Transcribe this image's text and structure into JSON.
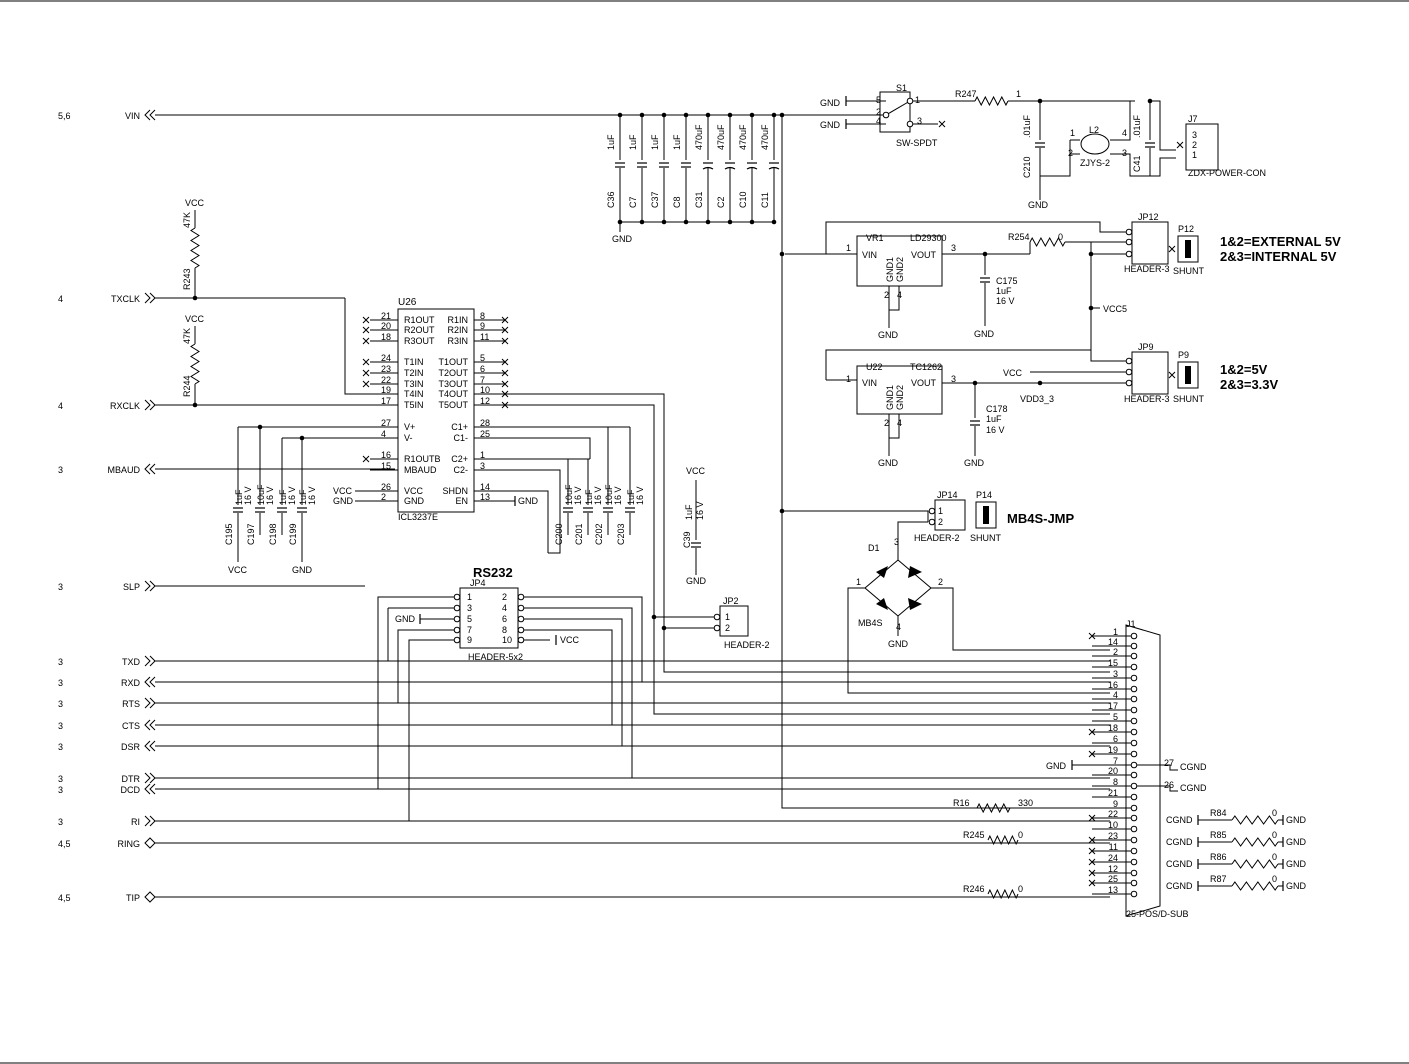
{
  "ports": [
    {
      "sheet": "5,6",
      "name": "VIN",
      "kind": "in"
    },
    {
      "sheet": "4",
      "name": "TXCLK",
      "kind": "out"
    },
    {
      "sheet": "4",
      "name": "RXCLK",
      "kind": "out"
    },
    {
      "sheet": "3",
      "name": "MBAUD",
      "kind": "in"
    },
    {
      "sheet": "3",
      "name": "SLP",
      "kind": "out"
    },
    {
      "sheet": "3",
      "name": "TXD",
      "kind": "out"
    },
    {
      "sheet": "3",
      "name": "RXD",
      "kind": "in"
    },
    {
      "sheet": "3",
      "name": "RTS",
      "kind": "out"
    },
    {
      "sheet": "3",
      "name": "CTS",
      "kind": "in"
    },
    {
      "sheet": "3",
      "name": "DSR",
      "kind": "in"
    },
    {
      "sheet": "3",
      "name": "DTR",
      "kind": "out"
    },
    {
      "sheet": "3",
      "name": "DCD",
      "kind": "in"
    },
    {
      "sheet": "3",
      "name": "RI",
      "kind": "out"
    },
    {
      "sheet": "4,5",
      "name": "RING",
      "kind": "bi"
    },
    {
      "sheet": "4,5",
      "name": "TIP",
      "kind": "bi"
    }
  ],
  "power": {
    "vcc": "VCC",
    "gnd": "GND",
    "cgnd": "CGND",
    "vcc5": "VCC5",
    "vdd3": "VDD3_3"
  },
  "pullups": [
    {
      "ref": "R243",
      "value": "47K"
    },
    {
      "ref": "R244",
      "value": "47K"
    }
  ],
  "vin_caps": [
    {
      "ref": "C36",
      "value": "1uF",
      "polar": false
    },
    {
      "ref": "C7",
      "value": "1uF",
      "polar": false
    },
    {
      "ref": "C37",
      "value": "1uF",
      "polar": false
    },
    {
      "ref": "C8",
      "value": "1uF",
      "polar": false
    },
    {
      "ref": "C31",
      "value": "470uF",
      "polar": true
    },
    {
      "ref": "C2",
      "value": "470uF",
      "polar": true
    },
    {
      "ref": "C10",
      "value": "470uF",
      "polar": true
    },
    {
      "ref": "C11",
      "value": "470uF",
      "polar": true
    }
  ],
  "switch": {
    "ref": "S1",
    "type": "SW-SPDT",
    "pins": [
      "1",
      "2",
      "3",
      "4",
      "5"
    ]
  },
  "input_filter": {
    "r247": "R247",
    "l2_ref": "L2",
    "l2_type": "ZJYS-2",
    "l2_pins": [
      "1",
      "2",
      "3",
      "4"
    ],
    "c210_ref": "C210",
    "c210_val": ".01uF",
    "c41_ref": "C41",
    "c41_val": ".01uF",
    "j7_ref": "J7",
    "j7_type": "ZDX-POWER-CON",
    "j7_pins": [
      "3",
      "2",
      "1"
    ]
  },
  "vr1": {
    "ref": "VR1",
    "part": "LD29300",
    "vin": "VIN",
    "vout": "VOUT",
    "gnd1": "GND1",
    "gnd2": "GND2",
    "pin1": "1",
    "pin2": "2",
    "pin3": "3",
    "pin4": "4",
    "r254_ref": "R254",
    "r254_val": "0",
    "c175_ref": "C175",
    "c175_val": "1uF",
    "c175_v": "16 V",
    "jp12_ref": "JP12",
    "jp12_type": "HEADER-3",
    "p12_ref": "P12",
    "shunt": "SHUNT",
    "note1": "1&2=EXTERNAL 5V",
    "note2": "2&3=INTERNAL 5V"
  },
  "u22": {
    "ref": "U22",
    "part": "TC1262",
    "vin": "VIN",
    "vout": "VOUT",
    "gnd1": "GND1",
    "gnd2": "GND2",
    "pin1": "1",
    "pin2": "2",
    "pin3": "3",
    "pin4": "4",
    "c178_ref": "C178",
    "c178_val": "1uF",
    "c178_v": "16 V",
    "jp9_ref": "JP9",
    "jp9_type": "HEADER-3",
    "p9_ref": "P9",
    "shunt": "SHUNT",
    "note1": "1&2=5V",
    "note2": "2&3=3.3V"
  },
  "u26": {
    "ref": "U26",
    "part": "ICL3237E",
    "left": [
      [
        "21",
        "R1OUT"
      ],
      [
        "20",
        "R2OUT"
      ],
      [
        "18",
        "R3OUT"
      ],
      [
        "24",
        "T1IN"
      ],
      [
        "23",
        "T2IN"
      ],
      [
        "22",
        "T3IN"
      ],
      [
        "19",
        "T4IN"
      ],
      [
        "17",
        "T5IN"
      ],
      [
        "27",
        "V+"
      ],
      [
        "4",
        "V-"
      ],
      [
        "16",
        "R1OUTB"
      ],
      [
        "15",
        "MBAUD"
      ],
      [
        "26",
        "VCC"
      ],
      [
        "2",
        "GND"
      ]
    ],
    "right": [
      [
        "8",
        "R1IN"
      ],
      [
        "9",
        "R2IN"
      ],
      [
        "11",
        "R3IN"
      ],
      [
        "5",
        "T1OUT"
      ],
      [
        "6",
        "T2OUT"
      ],
      [
        "7",
        "T3OUT"
      ],
      [
        "10",
        "T4OUT"
      ],
      [
        "12",
        "T5OUT"
      ],
      [
        "28",
        "C1+"
      ],
      [
        "25",
        "C1-"
      ],
      [
        "1",
        "C2+"
      ],
      [
        "3",
        "C2-"
      ],
      [
        "14",
        "SHDN"
      ],
      [
        "13",
        "EN"
      ]
    ]
  },
  "charge_caps": [
    {
      "ref": "C195",
      "value": "1uF",
      "v": "16 V"
    },
    {
      "ref": "C197",
      "value": "10uF",
      "v": "16 V"
    },
    {
      "ref": "C198",
      "value": "1uF",
      "v": "16 V"
    },
    {
      "ref": "C199",
      "value": "1uF",
      "v": "16 V"
    },
    {
      "ref": "C200",
      "value": "10uF",
      "v": "16 V"
    },
    {
      "ref": "C201",
      "value": "1uF",
      "v": "16 V"
    },
    {
      "ref": "C202",
      "value": "10uF",
      "v": "16 V"
    },
    {
      "ref": "C203",
      "value": "1uF",
      "v": "16 V"
    }
  ],
  "c39": {
    "ref": "C39",
    "value": "1uF",
    "v": "16 V"
  },
  "jp4": {
    "title": "RS232",
    "ref": "JP4",
    "type": "HEADER-5x2",
    "left_pins": [
      "1",
      "3",
      "5",
      "7",
      "9"
    ],
    "right_pins": [
      "2",
      "4",
      "6",
      "8",
      "10"
    ]
  },
  "jp2": {
    "ref": "JP2",
    "type": "HEADER-2",
    "pins": [
      "1",
      "2"
    ]
  },
  "jp14": {
    "ref": "JP14",
    "type": "HEADER-2",
    "pins": [
      "1",
      "2"
    ],
    "p14_ref": "P14",
    "shunt": "SHUNT",
    "label": "MB4S-JMP"
  },
  "d1": {
    "ref": "D1",
    "part": "MB4S",
    "pins": [
      "1",
      "2",
      "3",
      "4"
    ]
  },
  "j1": {
    "ref": "J1",
    "type": "25-POS/D-SUB",
    "pins": [
      "1",
      "14",
      "2",
      "15",
      "3",
      "16",
      "4",
      "17",
      "5",
      "18",
      "6",
      "19",
      "7",
      "20",
      "8",
      "21",
      "9",
      "22",
      "10",
      "23",
      "11",
      "24",
      "12",
      "25",
      "13"
    ]
  },
  "cgnd_taps": [
    "27",
    "26"
  ],
  "r16": {
    "ref": "R16",
    "value": "330"
  },
  "r245": {
    "ref": "R245",
    "value": "0"
  },
  "r246": {
    "ref": "R246",
    "value": "0"
  },
  "cgnd_res": [
    {
      "ref": "R84",
      "value": "0"
    },
    {
      "ref": "R85",
      "value": "0"
    },
    {
      "ref": "R86",
      "value": "0"
    },
    {
      "ref": "R87",
      "value": "0"
    }
  ],
  "no_connect": "X"
}
